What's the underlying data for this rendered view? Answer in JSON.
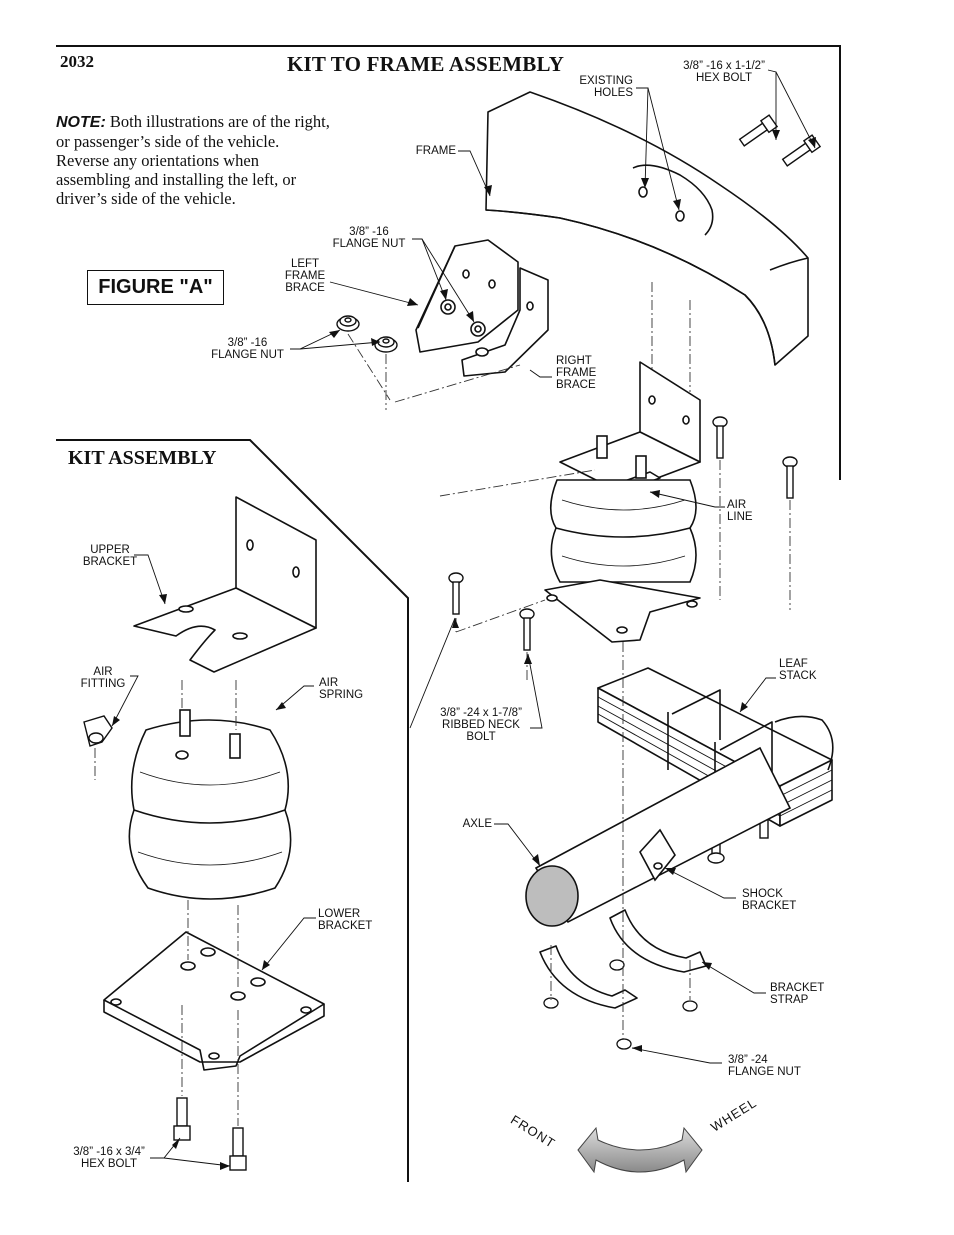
{
  "page_number": "2032",
  "title": "KIT TO FRAME ASSEMBLY",
  "note": {
    "label": "NOTE:",
    "text": "Both illustrations are of the right, or passenger’s side of the vehicle. Reverse any orientations when assembling and installing the left, or driver’s side of the vehicle."
  },
  "figure_label": "FIGURE \"A\"",
  "kit_assembly_title": "KIT ASSEMBLY",
  "labels": {
    "hex_bolt_top": "3/8” -16 x 1-1/2”\nHEX BOLT",
    "existing_holes": "EXISTING\nHOLES",
    "frame": "FRAME",
    "flange_nut_upper": "3/8” -16\nFLANGE NUT",
    "left_frame_brace": "LEFT\nFRAME\nBRACE",
    "flange_nut_lower": "3/8” -16\nFLANGE NUT",
    "right_frame_brace": "RIGHT\nFRAME\nBRACE",
    "air_line": "AIR\nLINE",
    "upper_bracket": "UPPER\nBRACKET",
    "air_fitting": "AIR\nFITTING",
    "air_spring": "AIR\nSPRING",
    "leaf_stack": "LEAF\nSTACK",
    "ribbed_neck_bolt": "3/8” -24 x 1-7/8”\nRIBBED NECK\nBOLT",
    "axle": "AXLE",
    "shock_bracket": "SHOCK\nBRACKET",
    "lower_bracket": "LOWER\nBRACKET",
    "bracket_strap": "BRACKET\nSTRAP",
    "flange_nut_24": "3/8” -24\nFLANGE NUT",
    "hex_bolt_bottom": "3/8” -16 x 3/4”\nHEX BOLT"
  },
  "direction": {
    "front": "FRONT",
    "wheel": "WHEEL"
  }
}
